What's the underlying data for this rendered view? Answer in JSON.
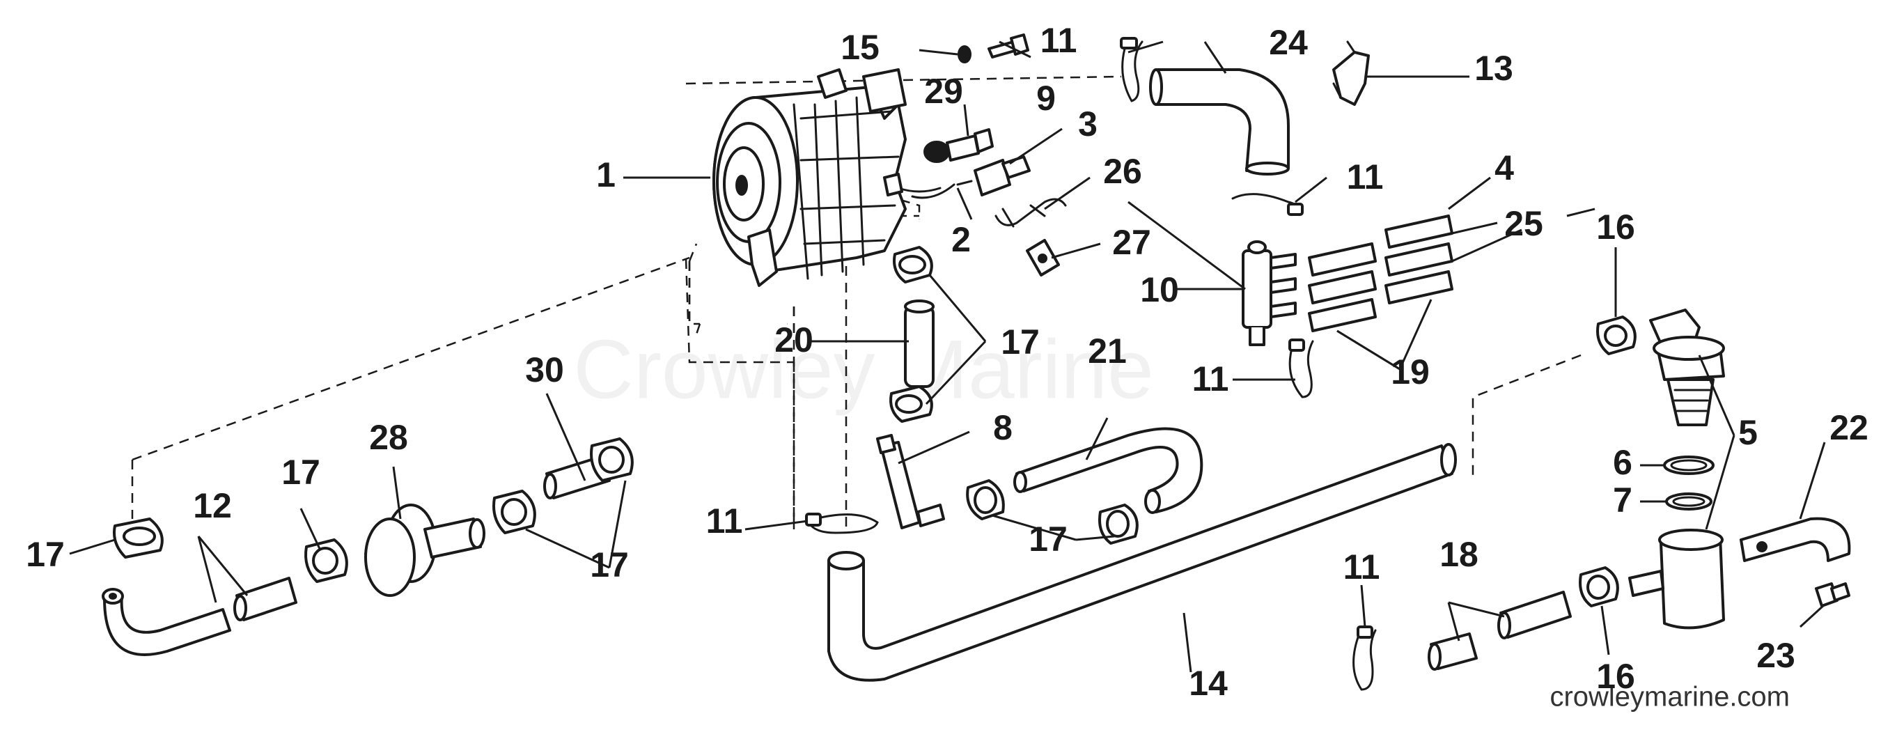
{
  "watermark": "Crowley Marine",
  "site": "crowleymarine.com",
  "callouts": {
    "c1": "1",
    "c2": "2",
    "c3": "3",
    "c4": "4",
    "c5": "5",
    "c6": "6",
    "c7": "7",
    "c8": "8",
    "c9": "9",
    "c10": "10",
    "c12": "12",
    "c13": "13",
    "c14": "14",
    "c15": "15",
    "c18": "18",
    "c19": "19",
    "c20": "20",
    "c21": "21",
    "c22": "22",
    "c23": "23",
    "c24": "24",
    "c25": "25",
    "c26": "26",
    "c27": "27",
    "c28": "28",
    "c29": "29",
    "c30": "30",
    "c11a": "11",
    "c11b": "11",
    "c11c": "11",
    "c11d": "11",
    "c11e": "11",
    "c16a": "16",
    "c16b": "16",
    "c17a": "17",
    "c17b": "17",
    "c17c": "17",
    "c17d": "17",
    "c17e": "17"
  }
}
